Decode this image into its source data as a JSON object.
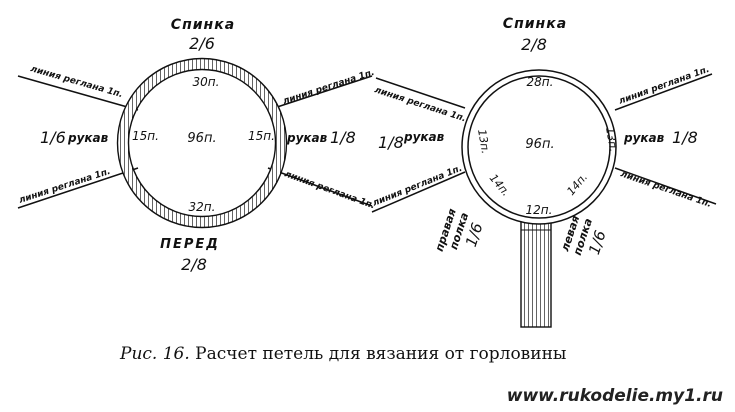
{
  "diagram1": {
    "top": {
      "title": "Спинка",
      "frac": "2/6",
      "loops": "30п."
    },
    "bottom": {
      "title": "ПЕРЕД",
      "frac": "2/8",
      "loops": "32п."
    },
    "center": "96п.",
    "left": {
      "loops": "15п.",
      "word": "рукав",
      "frac": "1/6"
    },
    "right": {
      "loops": "15п.",
      "word": "рукав",
      "frac": "1/8"
    },
    "lines": {
      "upper_left": "линия реглана 1п.",
      "lower_left": "линия реглана 1п.",
      "upper_right": "линия реглана 1п.",
      "lower_right": "линия реглана 1п."
    }
  },
  "diagram2": {
    "top": {
      "title": "Спинка",
      "frac": "2/8",
      "loops": "28п."
    },
    "center": "96п.",
    "left": {
      "loops": "13п.",
      "word": "рукав",
      "frac": "1/8"
    },
    "right": {
      "loops": "13п.",
      "word": "рукав",
      "frac": "1/8"
    },
    "bottom_loops": "12п.",
    "bl_loops": "14п.",
    "br_loops": "14п.",
    "left_shelf": {
      "line1": "правая",
      "line2": "полка",
      "frac": "1/6"
    },
    "right_shelf": {
      "line1": "левая",
      "line2": "полка",
      "frac": "1/6"
    },
    "lines": {
      "upper_left": "линия реглана 1п.",
      "lower_left": "линия реглана 1п.",
      "upper_right": "линия реглана 1п.",
      "lower_right": "линия реглана 1п."
    }
  },
  "caption": {
    "fig": "Рис. 16.",
    "text": "Расчет петель для вязания от горловины"
  },
  "watermark": "www.rukodelie.my1.ru"
}
